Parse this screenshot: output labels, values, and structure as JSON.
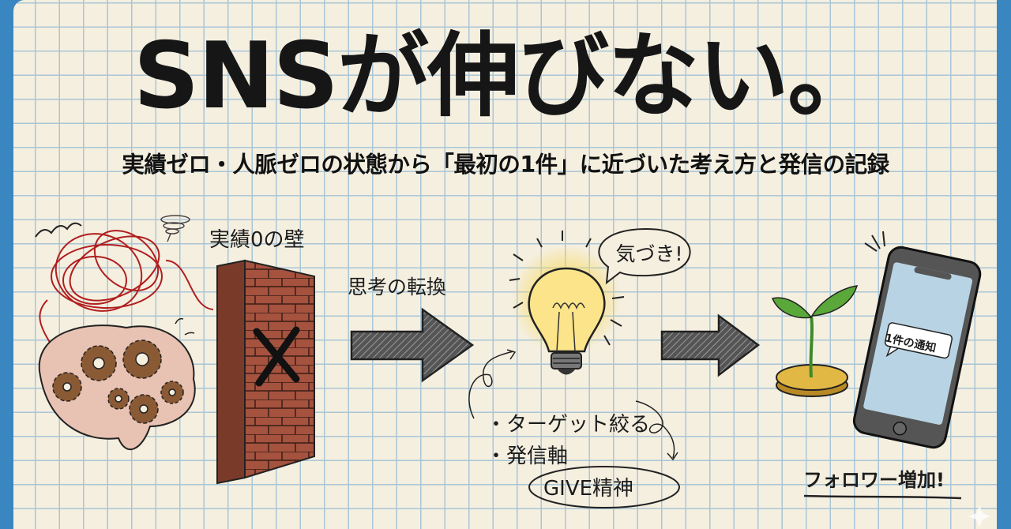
{
  "title": "SNSが伸びない。",
  "subtitle": "実績ゼロ・人脈ゼロの状態から「最初の1件」に近づいた考え方と発信の記録",
  "colors": {
    "background_blue": "#3a86c0",
    "paper": "#f5efe0",
    "grid": "#a9c6d6",
    "brick": "#a5523f",
    "bulb_glow": "#f7d85a",
    "leaf": "#5aa83a",
    "coin": "#d9a93a"
  },
  "stage1": {
    "label": "実績0の壁",
    "icons": [
      "tangled-thread-icon",
      "rusty-gear-brain-icon",
      "brick-wall-icon",
      "cross-mark-icon"
    ]
  },
  "stage2": {
    "label": "思考の転換",
    "bubble": "気づき!",
    "bullets": [
      "・ターゲット絞る",
      "・発信軸"
    ],
    "highlight": "GIVE精神",
    "icons": [
      "arrow-right-icon",
      "lightbulb-icon"
    ]
  },
  "stage3": {
    "notification": "1件の通知",
    "caption": "フォロワー増加!",
    "icons": [
      "arrow-right-icon",
      "sprout-coin-icon",
      "smartphone-icon"
    ]
  }
}
